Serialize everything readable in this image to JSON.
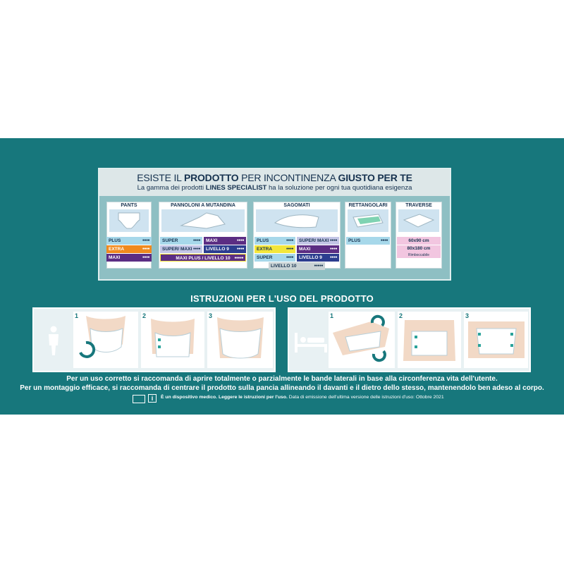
{
  "header": {
    "line1_a": "ESISTE IL ",
    "line1_b": "PRODOTTO",
    "line1_c": " PER INCONTINENZA ",
    "line1_d": "GIUSTO PER TE",
    "line2_a": "La gamma dei prodotti ",
    "line2_b": "LINES SPECIALIST",
    "line2_c": " ha la soluzione per ogni tua quotidiana esigenza"
  },
  "categories": {
    "pants": "PANTS",
    "pannoloni": "PANNOLONI A MUTANDINA",
    "sagomati": "SAGOMATI",
    "rettangolari": "RETTANGOLARI",
    "traverse": "TRAVERSE"
  },
  "pants_rows": [
    "PLUS",
    "EXTRA",
    "MAXI"
  ],
  "pannoloni_rows": [
    "SUPER",
    "MAXI",
    "SUPER/ MAXI",
    "LIVELLO 9",
    "MAXI PLUS / LIVELLO 10"
  ],
  "sagomati_rows": [
    "PLUS",
    "SUPER/ MAXI",
    "EXTRA",
    "MAXI",
    "SUPER",
    "LIVELLO 9",
    "LIVELLO 10"
  ],
  "rettangolari_rows": [
    "PLUS"
  ],
  "traverse_rows": [
    "60x90 cm",
    "80x180 cm",
    "Rimboccabile"
  ],
  "instructions": {
    "title": "ISTRUZIONI PER L'USO DEL PRODOTTO",
    "steps_left": [
      "1",
      "2",
      "3"
    ],
    "steps_right": [
      "1",
      "2",
      "3"
    ]
  },
  "text": {
    "para1": "Per un uso corretto si raccomanda di aprire totalmente o parzialmente le bande laterali in base alla circonferenza vita dell'utente.",
    "para2": "Per un montaggio efficace, si raccomanda di centrare il prodotto sulla pancia allineando il davanti e il dietro dello stesso, mantenendolo ben adeso al corpo.",
    "note_bold": "È un dispositivo medico. Leggere le istruzioni per l'uso.",
    "note_rest": " Data di emissione dell'ultima versione delle istruzioni d'uso: Ottobre 2021",
    "info_letter": "i"
  },
  "colors": {
    "teal": "#17777c",
    "panel": "#8ebfc3",
    "navy": "#16324f",
    "blue": "#a7d8ea",
    "orange": "#f08a1f",
    "purple": "#5b2d83",
    "yellow": "#f3e63b",
    "pink": "#f2c6e0"
  }
}
